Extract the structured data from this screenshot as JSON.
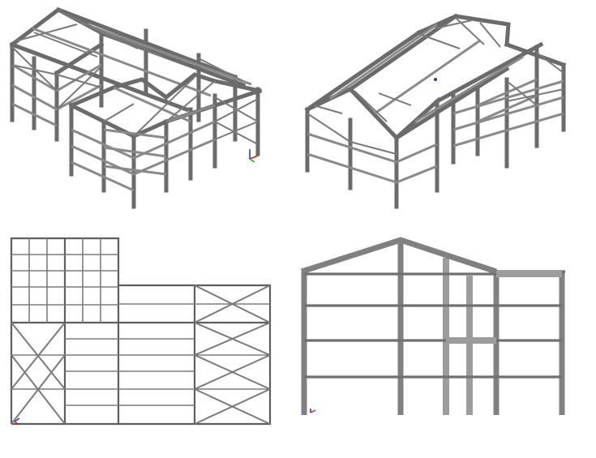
{
  "figure": {
    "views": [
      {
        "id": "iso-left",
        "kind": "isometric"
      },
      {
        "id": "iso-right",
        "kind": "isometric"
      },
      {
        "id": "plan",
        "kind": "side-elevation"
      },
      {
        "id": "elev",
        "kind": "front-elevation"
      }
    ],
    "colors": {
      "background": "#ffffff",
      "member": "#6b6b6b",
      "member_light": "#9c9c9c",
      "axis_x": "#d62020",
      "axis_y": "#20a020",
      "axis_z": "#2030d0"
    },
    "icons": [
      "coordinate-axes-icon"
    ]
  }
}
